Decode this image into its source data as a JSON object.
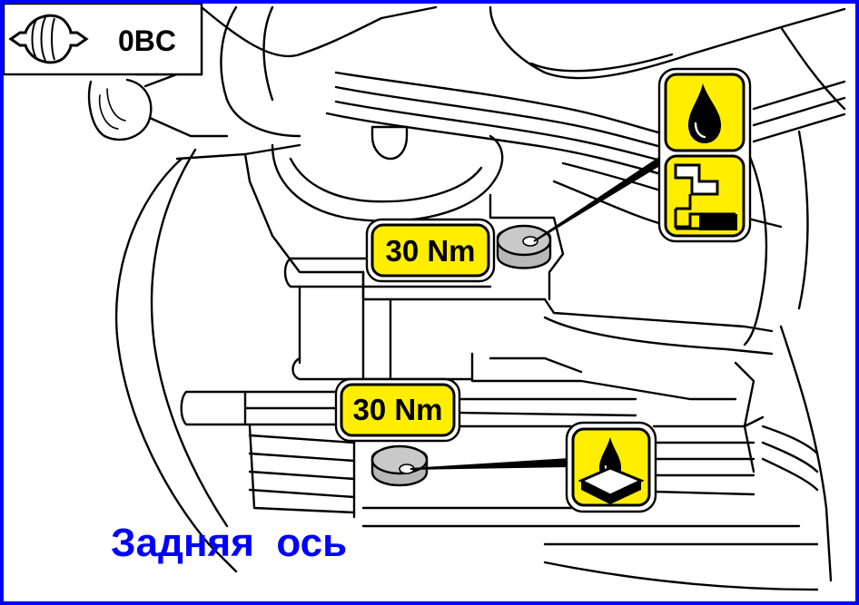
{
  "figure_code": "0BC",
  "torque_callouts": [
    {
      "value": "30 Nm"
    },
    {
      "value": "30 Nm"
    }
  ],
  "caption": "Задняя  ось",
  "icons": {
    "gearbox_code": "gearbox-flange-icon",
    "upper": [
      "oil-drop-icon",
      "oil-fill-level-icon"
    ],
    "lower": "oil-drain-icon"
  },
  "colors": {
    "frame": "#0000ff",
    "caption": "#0000ff",
    "label_fill": "#ffee00",
    "plug_fill": "#b8b8b8"
  }
}
